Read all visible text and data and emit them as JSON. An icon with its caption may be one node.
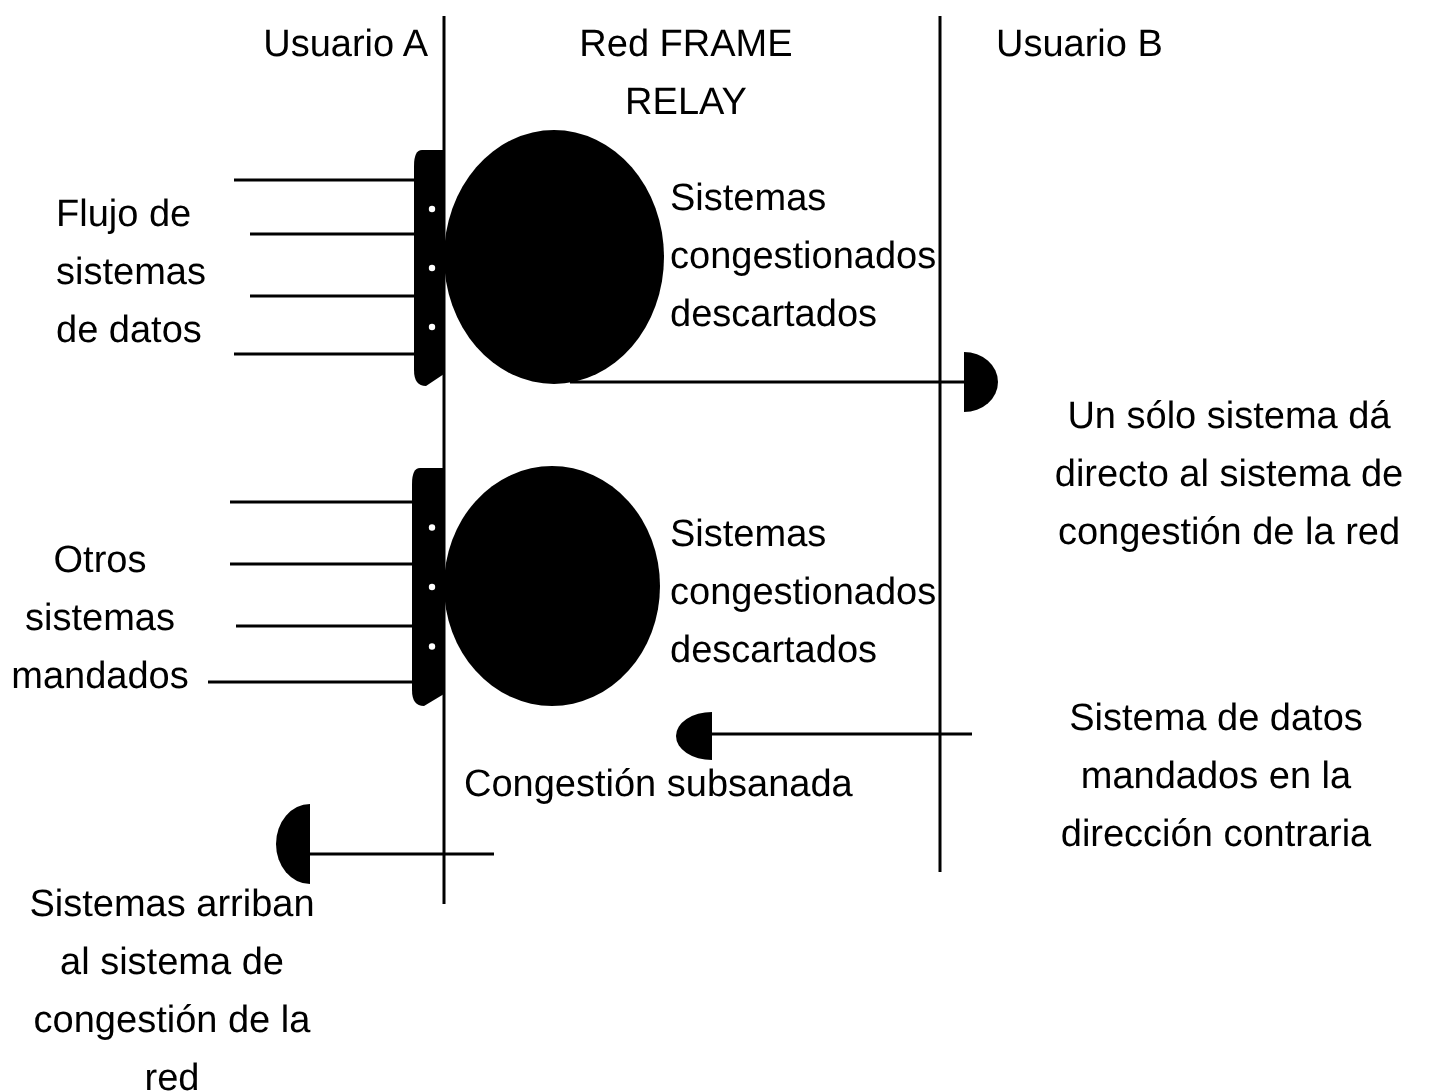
{
  "diagram": {
    "nodes": [
      {
        "text": [],
        "shape": "bar"
      },
      {
        "text": [],
        "shape": "circle",
        "beside": [
          "Sistemas congestionados descartados"
        ]
      },
      {
        "text": [],
        "shape": "bar"
      },
      {
        "text": [],
        "shape": "circle",
        "beside": [
          "Sistemas congestionados descartados"
        ]
      },
      {
        "text": [],
        "shape": "semicircle",
        "beside": [
          "Un sólo sistema dá directo al sistema de congestión de la red"
        ]
      },
      {
        "text": [],
        "shape": "semicircle"
      },
      {
        "text": [],
        "shape": "semicircle",
        "beside": [
          "Sistemas arriban al sistema de congestión de la red"
        ]
      }
    ],
    "edges": [
      {
        "from": null,
        "to": 0,
        "arrow": "none"
      },
      {
        "from": null,
        "to": 0,
        "arrow": "none"
      },
      {
        "from": null,
        "to": 0,
        "arrow": "none"
      },
      {
        "from": null,
        "to": 0,
        "arrow": "none"
      },
      {
        "from": null,
        "to": 2,
        "arrow": "none"
      },
      {
        "from": null,
        "to": 2,
        "arrow": "none"
      },
      {
        "from": null,
        "to": 2,
        "arrow": "none"
      },
      {
        "from": null,
        "to": 2,
        "arrow": "none"
      },
      {
        "from": 1,
        "to": 4,
        "arrow": "none"
      },
      {
        "from": null,
        "to": 5,
        "arrow": "none"
      },
      {
        "from": null,
        "to": 6,
        "arrow": "none"
      }
    ],
    "labels": [
      "Usuario A",
      "Red FRAME RELAY",
      "Usuario B",
      "Flujo de sistemas de datos",
      "Otros sistemas mandados",
      "Sistema de datos mandados en la dirección contraria",
      "Congestión subsanada"
    ]
  }
}
